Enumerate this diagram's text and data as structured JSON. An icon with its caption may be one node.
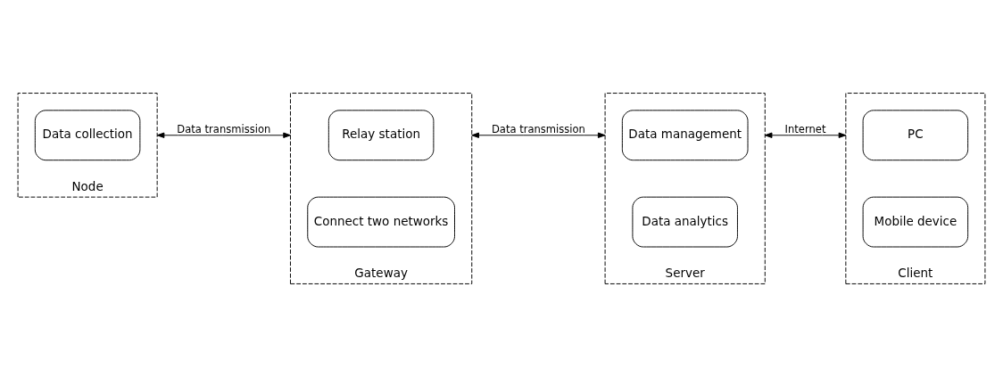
{
  "diagram": {
    "nodes": [
      {
        "text": [
          "Node"
        ]
      },
      {
        "text": [
          "Data collection"
        ],
        "in": 0
      },
      {
        "text": [
          "Gateway"
        ]
      },
      {
        "text": [
          "Relay station"
        ],
        "in": 2
      },
      {
        "text": [
          "Connect two networks"
        ],
        "in": 2
      },
      {
        "text": [
          "Server"
        ]
      },
      {
        "text": [
          "Data management"
        ],
        "in": 5
      },
      {
        "text": [
          "Data analytics"
        ],
        "in": 5
      },
      {
        "text": [
          "Client"
        ]
      },
      {
        "text": [
          "PC"
        ],
        "in": 8
      },
      {
        "text": [
          "Mobile device"
        ],
        "in": 8
      }
    ],
    "edges": [
      {
        "from": 0,
        "to": 2,
        "arrow": "both",
        "label": "Data transmission"
      },
      {
        "from": 2,
        "to": 5,
        "arrow": "both",
        "label": "Data transmission"
      },
      {
        "from": 5,
        "to": 8,
        "arrow": "both",
        "label": "Internet"
      }
    ]
  }
}
